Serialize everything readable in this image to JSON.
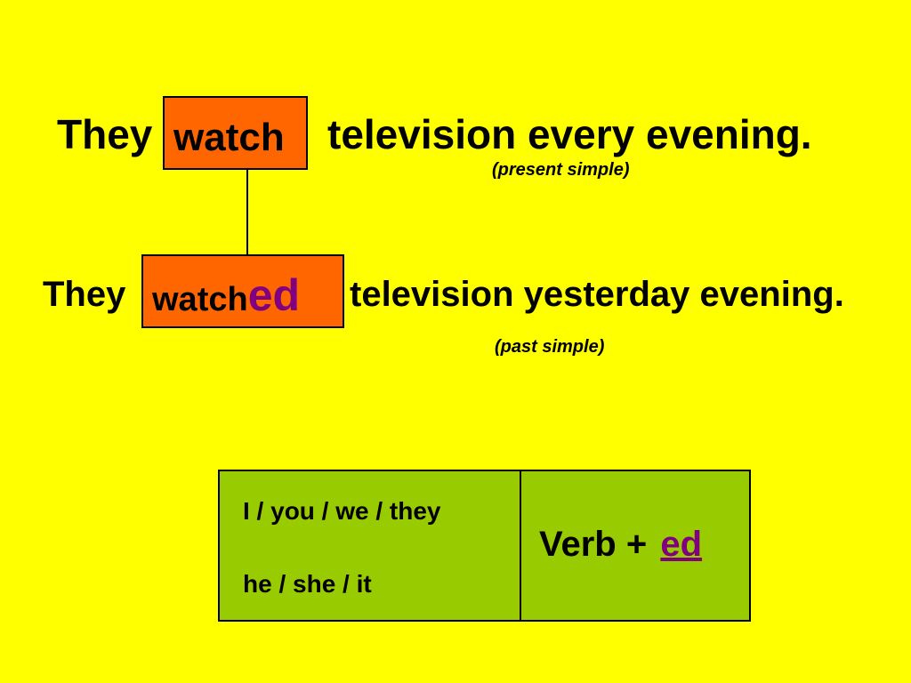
{
  "colors": {
    "background": "#ffff00",
    "box": "#ff6600",
    "table": "#99cc00",
    "accent": "#800080"
  },
  "present": {
    "subject": "They",
    "verb": "watch",
    "rest": "television every evening.",
    "label": "(present simple)"
  },
  "past": {
    "subject": "They",
    "stem": "watch",
    "ending": "ed",
    "rest": "television yesterday evening.",
    "label": "(past simple)"
  },
  "rule": {
    "pronouns_top": "I / you / we / they",
    "pronouns_bottom": "he / she / it",
    "verb": "Verb +",
    "ending": "ed"
  }
}
